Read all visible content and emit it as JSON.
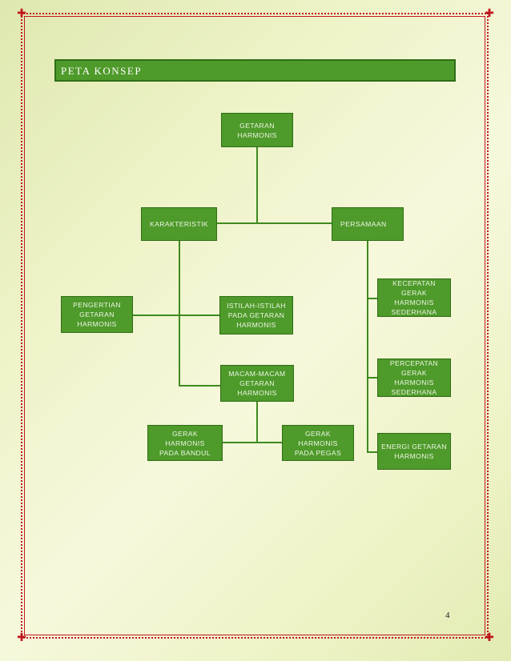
{
  "header": {
    "title": "PETA KONSEP"
  },
  "nodes": {
    "getaran_harmonis": "GETARAN\nHARMONIS",
    "karakteristik": "KARAKTERISTIK",
    "persamaan": "PERSAMAAN",
    "pengertian": "PENGERTIAN\nGETARAN\nHARMONIS",
    "istilah": "ISTILAH-ISTILAH\nPADA GETARAN\nHARMONIS",
    "macam": "MACAM-MACAM\nGETARAN\nHARMONIS",
    "bandul": "GERAK HARMONIS\nPADA BANDUL",
    "pegas": "GERAK HARMONIS\nPADA PEGAS",
    "kecepatan": "KECEPATAN GERAK\nHARMONIS\nSEDERHANA",
    "percepatan": "PERCEPATAN\nGERAK HARMONIS\nSEDERHANA",
    "energi": "ENERGI GETARAN\nHARMONIS"
  },
  "page_number": "4",
  "colors": {
    "node_fill": "#4e9a2a",
    "node_border": "#2f6e16",
    "frame": "#c0161e"
  }
}
